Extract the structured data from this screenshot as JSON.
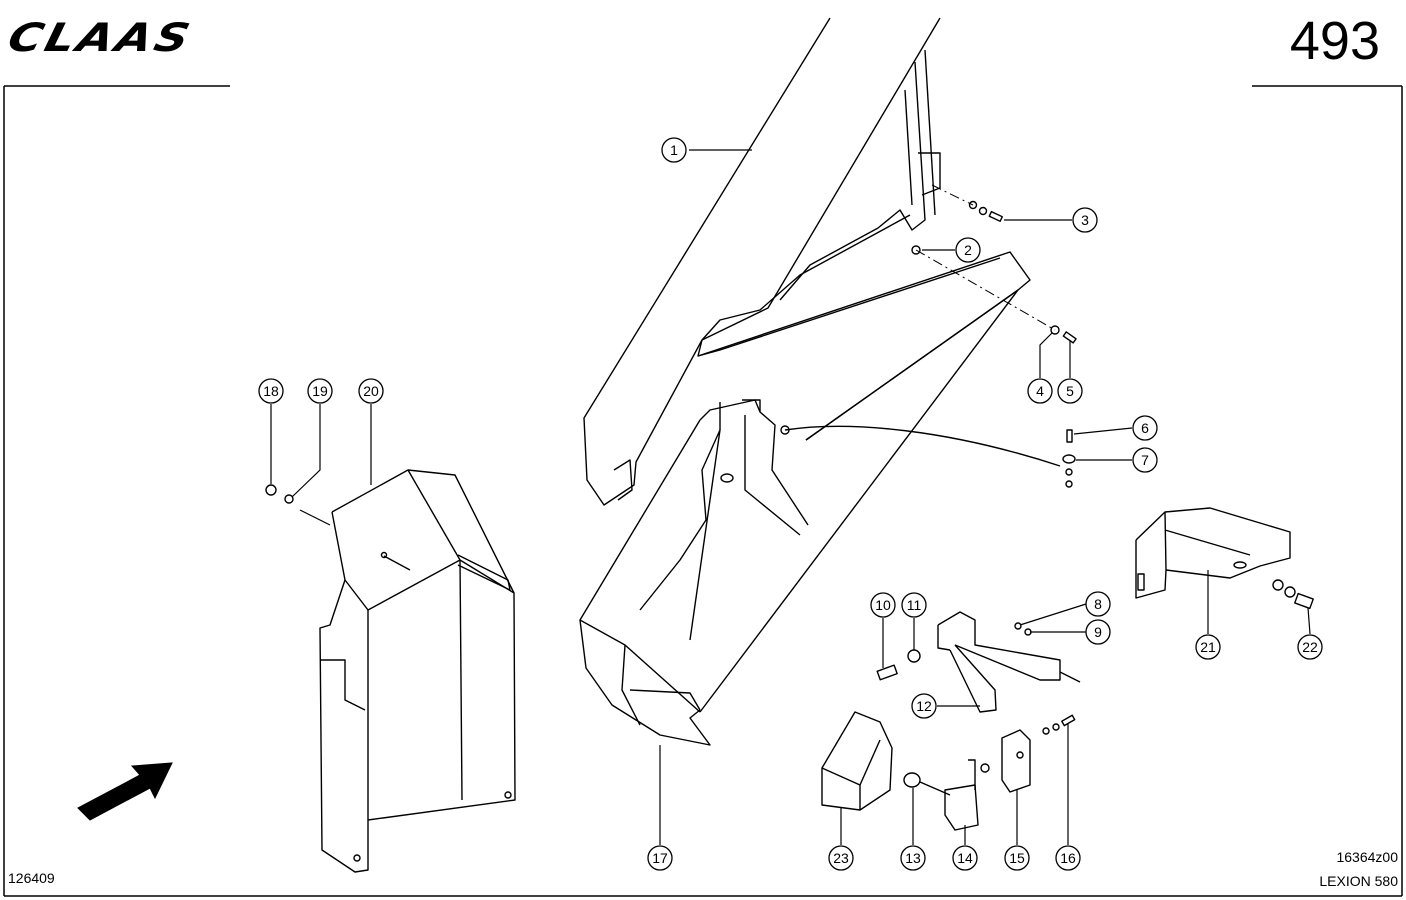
{
  "header": {
    "brand": "CLAAS",
    "page_number": "493"
  },
  "footer": {
    "figure_code": "126409",
    "drawing_code": "16364z00",
    "model": "LEXION 580"
  },
  "callouts": [
    "1",
    "2",
    "3",
    "4",
    "5",
    "6",
    "7",
    "8",
    "9",
    "10",
    "11",
    "12",
    "13",
    "14",
    "15",
    "16",
    "17",
    "18",
    "19",
    "20",
    "21",
    "22",
    "23"
  ]
}
